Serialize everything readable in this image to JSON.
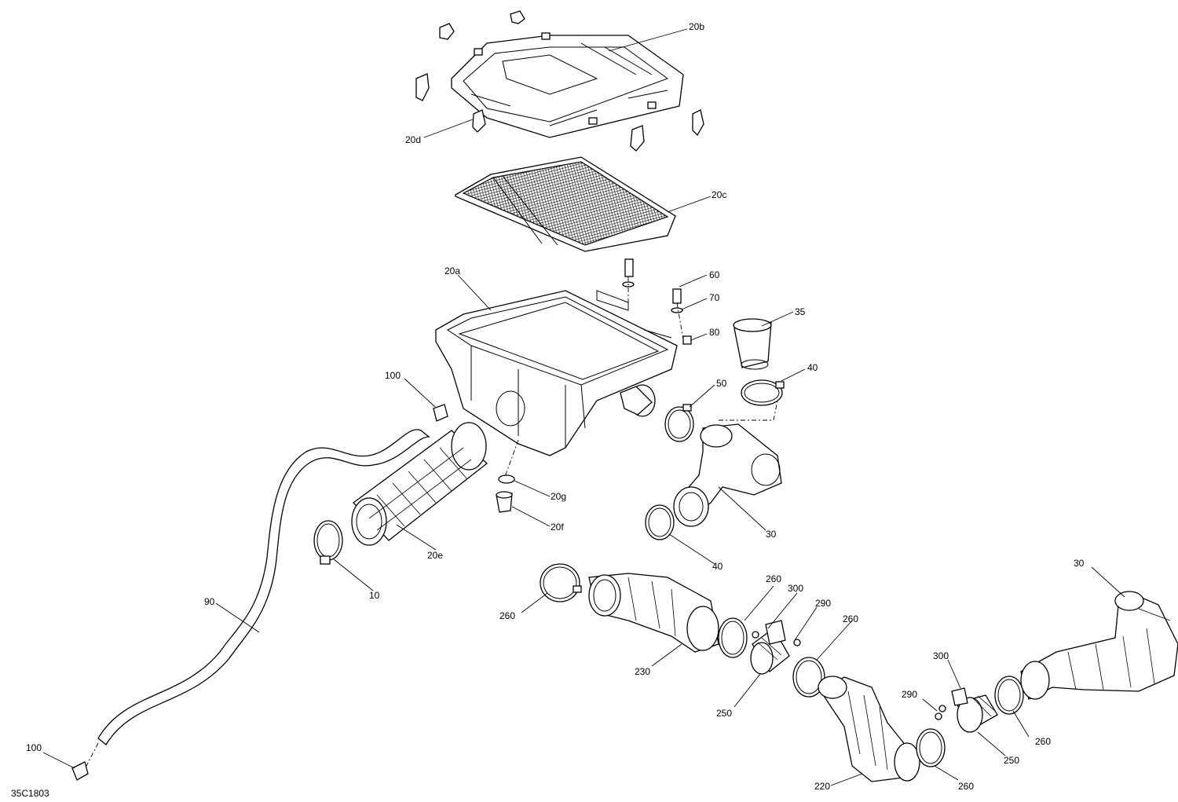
{
  "diagram": {
    "code": "35C1803",
    "labels": {
      "l20b": "20b",
      "l20d": "20d",
      "l20c": "20c",
      "l20a": "20a",
      "l60": "60",
      "l70": "70",
      "l80": "80",
      "l35": "35",
      "l40a": "40",
      "l50": "50",
      "l100a": "100",
      "l20g": "20g",
      "l20f": "20f",
      "l30a": "30",
      "l40b": "40",
      "l20e": "20e",
      "l10": "10",
      "l90": "90",
      "l260a": "260",
      "l260b": "260",
      "l300a": "300",
      "l290a": "290",
      "l260c": "260",
      "l230": "230",
      "l250a": "250",
      "l30b": "30",
      "l300b": "300",
      "l290b": "290",
      "l260d": "260",
      "l250b": "250",
      "l260e": "260",
      "l220": "220",
      "l100b": "100"
    }
  }
}
